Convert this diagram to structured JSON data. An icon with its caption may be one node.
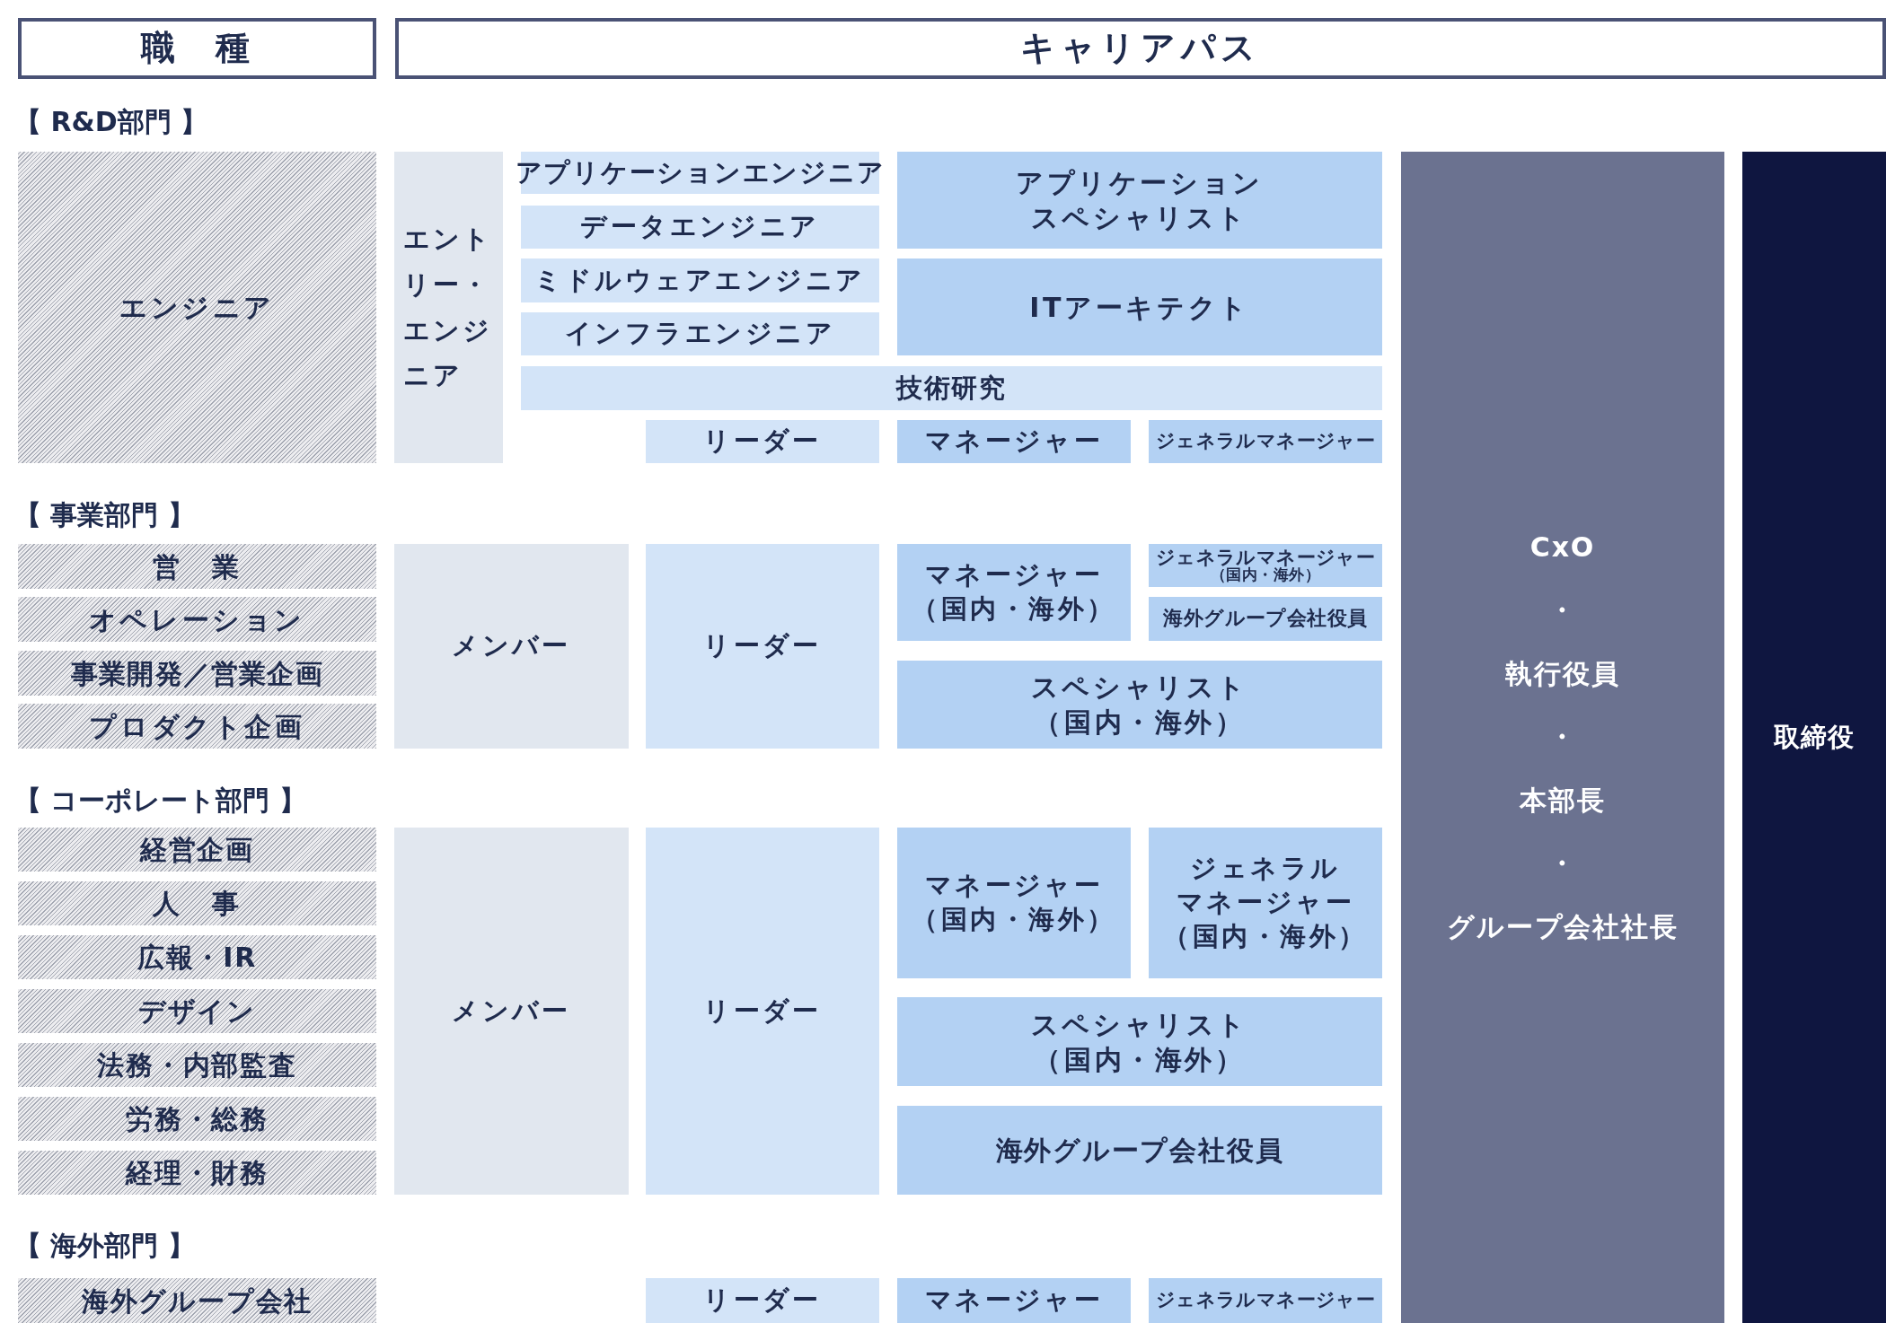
{
  "diagram": {
    "nodes": [
      {
        "text": [
          "職　種"
        ]
      },
      {
        "text": [
          "キャリアパス"
        ]
      },
      {
        "text": [
          "エンジニア"
        ]
      },
      {
        "text": [
          "エントリー・エンジニア"
        ]
      },
      {
        "text": [
          "アプリケーションエンジニア"
        ]
      },
      {
        "text": [
          "データエンジニア"
        ]
      },
      {
        "text": [
          "ミドルウェアエンジニア"
        ]
      },
      {
        "text": [
          "インフラエンジニア"
        ]
      },
      {
        "text": [
          "アプリケーションスペシャリスト"
        ]
      },
      {
        "text": [
          "ITアーキテクト"
        ]
      },
      {
        "text": [
          "技術研究"
        ]
      },
      {
        "text": [
          "リーダー"
        ]
      },
      {
        "text": [
          "マネージャー"
        ]
      },
      {
        "text": [
          "ジェネラルマネージャー"
        ]
      },
      {
        "text": [
          "CxO・執行役員・本部長・グループ会社社長"
        ]
      },
      {
        "text": [
          "取締役"
        ]
      },
      {
        "text": [
          "営　業"
        ]
      },
      {
        "text": [
          "オペレーション"
        ]
      },
      {
        "text": [
          "事業開発／営業企画"
        ]
      },
      {
        "text": [
          "プロダクト企画"
        ]
      },
      {
        "text": [
          "メンバー"
        ]
      },
      {
        "text": [
          "リーダー"
        ]
      },
      {
        "text": [
          "マネージャー（国内・海外）"
        ]
      },
      {
        "text": [
          "ジェネラルマネージャー（国内・海外）"
        ]
      },
      {
        "text": [
          "海外グループ会社役員"
        ]
      },
      {
        "text": [
          "スペシャリスト（国内・海外）"
        ]
      },
      {
        "text": [
          "経営企画"
        ]
      },
      {
        "text": [
          "人　事"
        ]
      },
      {
        "text": [
          "広報・IR"
        ]
      },
      {
        "text": [
          "デザイン"
        ]
      },
      {
        "text": [
          "法務・内部監査"
        ]
      },
      {
        "text": [
          "労務・総務"
        ]
      },
      {
        "text": [
          "経理・財務"
        ]
      },
      {
        "text": [
          "メンバー"
        ]
      },
      {
        "text": [
          "リーダー"
        ]
      },
      {
        "text": [
          "マネージャー（国内・海外）"
        ]
      },
      {
        "text": [
          "ジェネラルマネージャー（国内・海外）"
        ]
      },
      {
        "text": [
          "スペシャリスト（国内・海外）"
        ]
      },
      {
        "text": [
          "海外グループ会社役員"
        ]
      },
      {
        "text": [
          "海外グループ会社"
        ]
      },
      {
        "text": [
          "リーダー"
        ]
      },
      {
        "text": [
          "マネージャー"
        ]
      },
      {
        "text": [
          "ジェネラルマネージャー"
        ]
      }
    ],
    "labels": [
      "【 R&D部門 】",
      "【 事業部門 】",
      "【 コーポレート部門 】",
      "【 海外部門 】"
    ]
  }
}
